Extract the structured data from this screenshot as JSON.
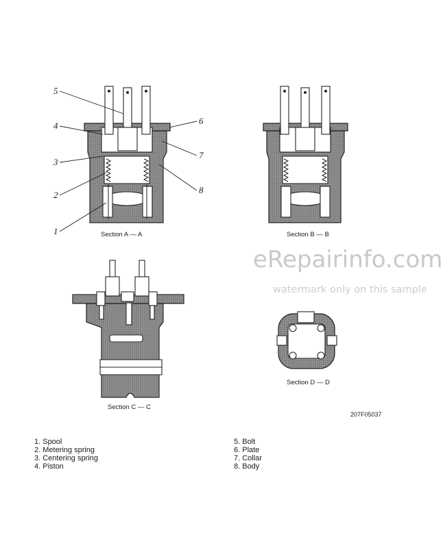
{
  "callouts": [
    "5",
    "4",
    "3",
    "2",
    "1",
    "6",
    "7",
    "8"
  ],
  "captions": {
    "aa": "Section A — A",
    "bb": "Section B — B",
    "cc": "Section C — C",
    "dd": "Section D — D"
  },
  "figure_id": "207F05037",
  "watermark": {
    "line1": "eRepairinfo.com",
    "line2": "watermark only on this sample"
  },
  "legend_left": [
    "1. Spool",
    "2. Metering spring",
    "3. Centering spring",
    "4. Piston"
  ],
  "legend_right": [
    "5. Bolt",
    "6. Plate",
    "7. Collar",
    "8. Body"
  ]
}
